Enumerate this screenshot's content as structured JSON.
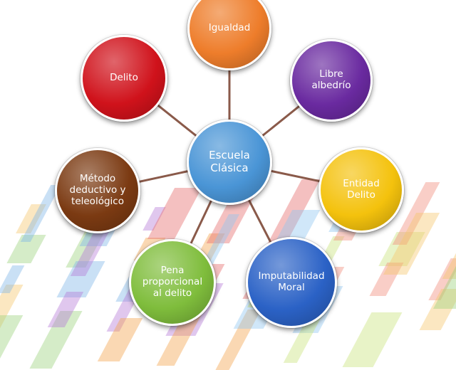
{
  "diagram": {
    "center": {
      "label": "Escuela\nClásica",
      "color": "#4a95d6"
    },
    "nodes": [
      {
        "id": "igualdad",
        "label": "Igualdad",
        "color": "#ee7d2b"
      },
      {
        "id": "libre-albedrio",
        "label": "Libre\nalbedrío",
        "color": "#6a2aa0"
      },
      {
        "id": "entidad-delito",
        "label": "Entidad\nDelito",
        "color": "#f4c20d"
      },
      {
        "id": "imputabilidad-moral",
        "label": "Imputabilidad\nMoral",
        "color": "#2b62c6"
      },
      {
        "id": "pena-proporcional",
        "label": "Pena\nproporcional\nal delito",
        "color": "#7fbd3c"
      },
      {
        "id": "metodo",
        "label": "Método\ndeductivo y\nteleológico",
        "color": "#7b3a12"
      },
      {
        "id": "delito",
        "label": "Delito",
        "color": "#d0121b"
      }
    ],
    "link_color": "#8a5a4a"
  }
}
